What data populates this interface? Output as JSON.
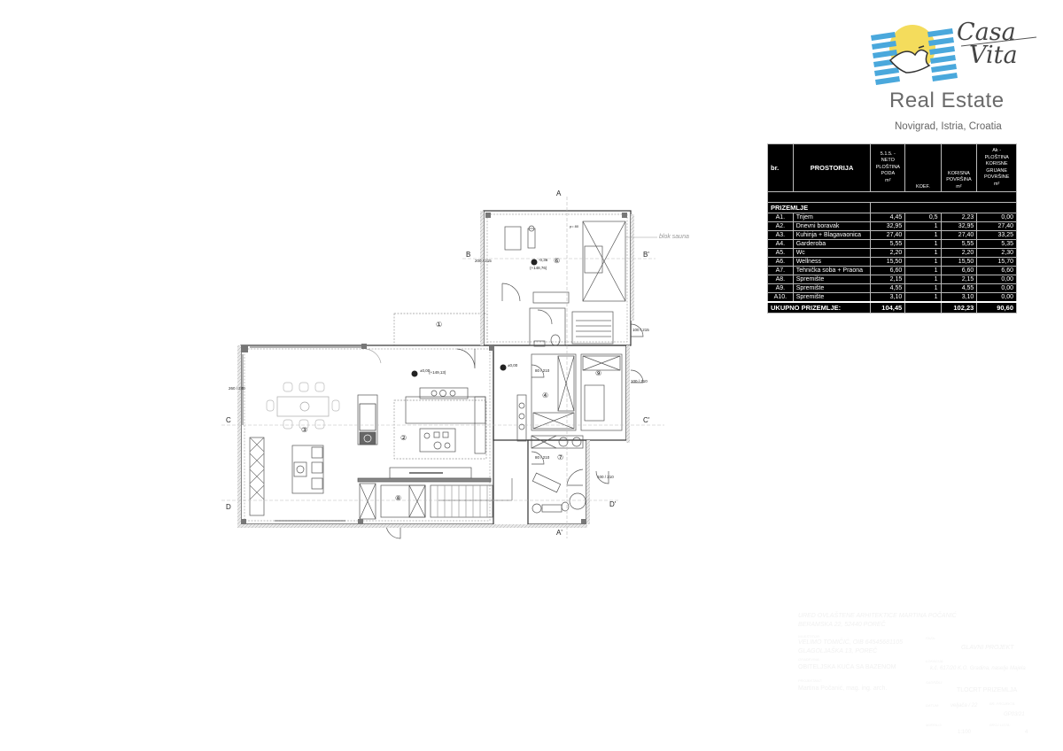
{
  "brand": {
    "name_line1": "Casa",
    "name_line2": "Vita",
    "subtitle": "Real Estate",
    "location": "Novigrad, Istria, Croatia",
    "colors": {
      "blue": "#4aa8dc",
      "yellow": "#f4dc5c",
      "text": "#555555"
    }
  },
  "area_table": {
    "headers": {
      "no": "br.",
      "room": "PROSTORIJA",
      "net_floor": [
        "5.1.5. - NETO",
        "PLOŠTINA",
        "PODA",
        "m²"
      ],
      "coef": "KOEF.",
      "usable": [
        "KORISNA",
        "POVRŠINA",
        "m²"
      ],
      "heated": [
        "Ak - PLOŠTINA",
        "KORISNE",
        "GRIJANE",
        "POVRŠINE",
        "m²"
      ]
    },
    "section": "PRIZEMLJE",
    "rows": [
      {
        "code": "A1.",
        "room": "Trijem",
        "net": "4,45",
        "coef": "0,5",
        "usable": "2,23",
        "heated": "0,00"
      },
      {
        "code": "A2.",
        "room": "Dnevni boravak",
        "net": "32,95",
        "coef": "1",
        "usable": "32,95",
        "heated": "27,40"
      },
      {
        "code": "A3.",
        "room": "Kuhinja + Blagavaonica",
        "net": "27,40",
        "coef": "1",
        "usable": "27,40",
        "heated": "33,25"
      },
      {
        "code": "A4.",
        "room": "Garderoba",
        "net": "5,55",
        "coef": "1",
        "usable": "5,55",
        "heated": "5,35"
      },
      {
        "code": "A5.",
        "room": "Wc",
        "net": "2,20",
        "coef": "1",
        "usable": "2,20",
        "heated": "2,30"
      },
      {
        "code": "A6.",
        "room": "Wellness",
        "net": "15,50",
        "coef": "1",
        "usable": "15,50",
        "heated": "15,70"
      },
      {
        "code": "A7.",
        "room": "Tehnička soba + Praona",
        "net": "6,60",
        "coef": "1",
        "usable": "6,60",
        "heated": "6,60"
      },
      {
        "code": "A8.",
        "room": "Spremište",
        "net": "2,15",
        "coef": "1",
        "usable": "2,15",
        "heated": "0,00"
      },
      {
        "code": "A9.",
        "room": "Spremište",
        "net": "4,55",
        "coef": "1",
        "usable": "4,55",
        "heated": "0,00"
      },
      {
        "code": "A10.",
        "room": "Spremište",
        "net": "3,10",
        "coef": "1",
        "usable": "3,10",
        "heated": "0,00"
      }
    ],
    "total": {
      "label": "UKUPNO PRIZEMLJE:",
      "net": "104,45",
      "usable": "102,23",
      "heated": "90,60"
    }
  },
  "plan": {
    "room_numbers": [
      "1",
      "2",
      "3",
      "4",
      "6",
      "7",
      "8",
      "9"
    ],
    "section_marks": {
      "a": "A",
      "a2": "A'",
      "b": "B",
      "b2": "B'",
      "c": "C",
      "c2": "C'",
      "d": "D",
      "d2": "D'"
    },
    "annotations": {
      "sauna": "blok sauna",
      "level_main": "±0,00",
      "level_main_abs": "(+149,13)",
      "level_side": "±0,00",
      "level_wellness": "-0,36",
      "level_wellness_abs": "(+148,76)",
      "door_80_210_a": "80 / 210",
      "door_80_210_b": "80 / 210",
      "door_100_215": "100 / 215",
      "door_100_210": "100 / 210",
      "door_100_210_b": "100 / 210",
      "window_260_240": "260 / 240",
      "window_200_215": "200 / 215",
      "window_top": "p= 80"
    }
  },
  "title_block": {
    "office": "URED OVLAŠTENE ARHITEKTICE MARTINA POČANIĆ",
    "office_address": "BERAMSKA 22, 52440 POREČ",
    "investor_label": "INVESTITOR:",
    "investor": "VELIMO TOMIČIĆ, OIB 64545681105",
    "investor_address": "GLAGOLJAŠKA 13, POREČ",
    "building_label": "GRAĐEVINA:",
    "building": "OBITELJSKA KUĆA SA BAZENOM",
    "designer_label": "PROJEKTANT:",
    "designer": "Martina Počanić, mag. ing. arch.",
    "phase_label": "FAZA:",
    "phase": "GLAVNI PROJEKT",
    "location_label": "LOKACIJA:",
    "location": "k.č. 617/20 K.O. Gradina, naselje Majela",
    "drawing_label": "SADRŽAJ:",
    "drawing": "TLOCRT PRIZEMLJA",
    "date_label": "DATUM:",
    "date": "veljača / 22",
    "project_no_label": "BR. PROJEKTA",
    "project_no": "GP03/21",
    "scale_label": "MJERILO:",
    "scale": "1:100",
    "sheet_label": "BROJ LISTA:",
    "sheet": "4"
  }
}
